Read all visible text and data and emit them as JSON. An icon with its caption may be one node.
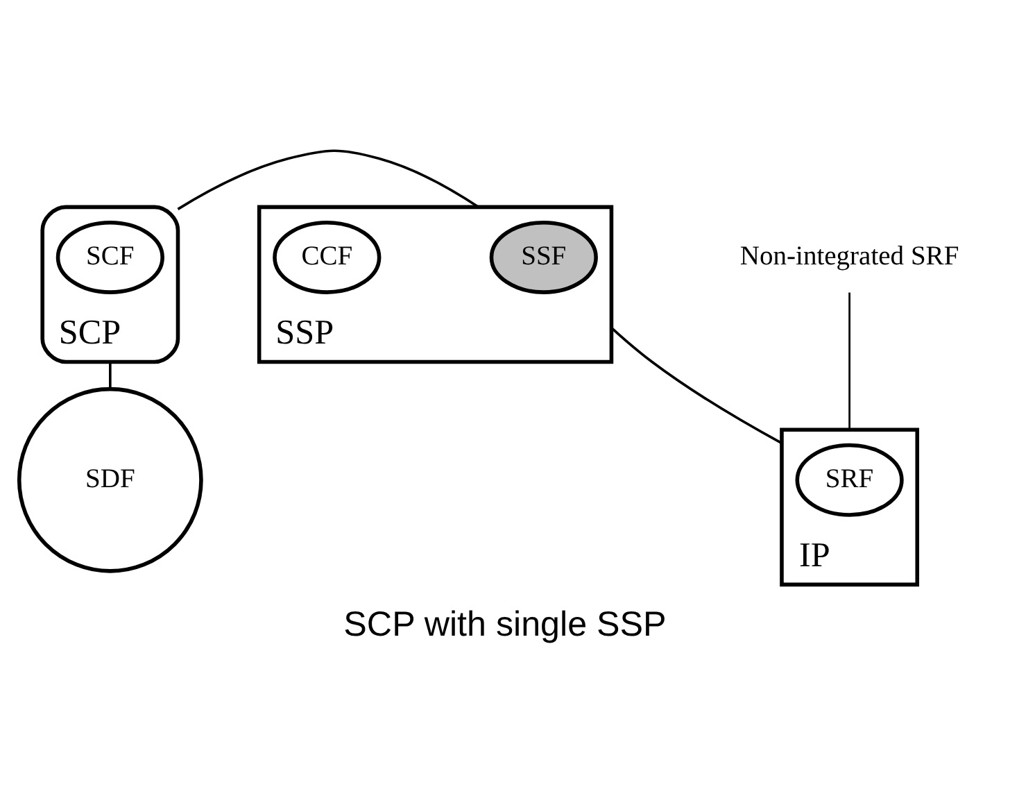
{
  "diagram": {
    "caption": "SCP with single SSP",
    "nodes": [
      {
        "text": [
          "SCP"
        ]
      },
      {
        "text": [
          "SCF"
        ],
        "in": 0
      },
      {
        "text": [
          "SDF"
        ]
      },
      {
        "text": [
          "SSP"
        ]
      },
      {
        "text": [
          "SSF"
        ],
        "in": 3
      },
      {
        "text": [
          "CCF"
        ],
        "in": 3
      },
      {
        "text": [
          "Non-integrated SRF"
        ]
      },
      {
        "text": [
          "IP"
        ]
      },
      {
        "text": [
          "SRF"
        ],
        "in": 7
      }
    ],
    "edges": [
      {
        "from": 0,
        "to": 2,
        "arrow": "none"
      },
      {
        "from": 0,
        "to": 3,
        "arrow": "none"
      },
      {
        "from": 3,
        "to": 7,
        "arrow": "none"
      },
      {
        "from": 6,
        "to": 7,
        "arrow": "none"
      }
    ]
  }
}
